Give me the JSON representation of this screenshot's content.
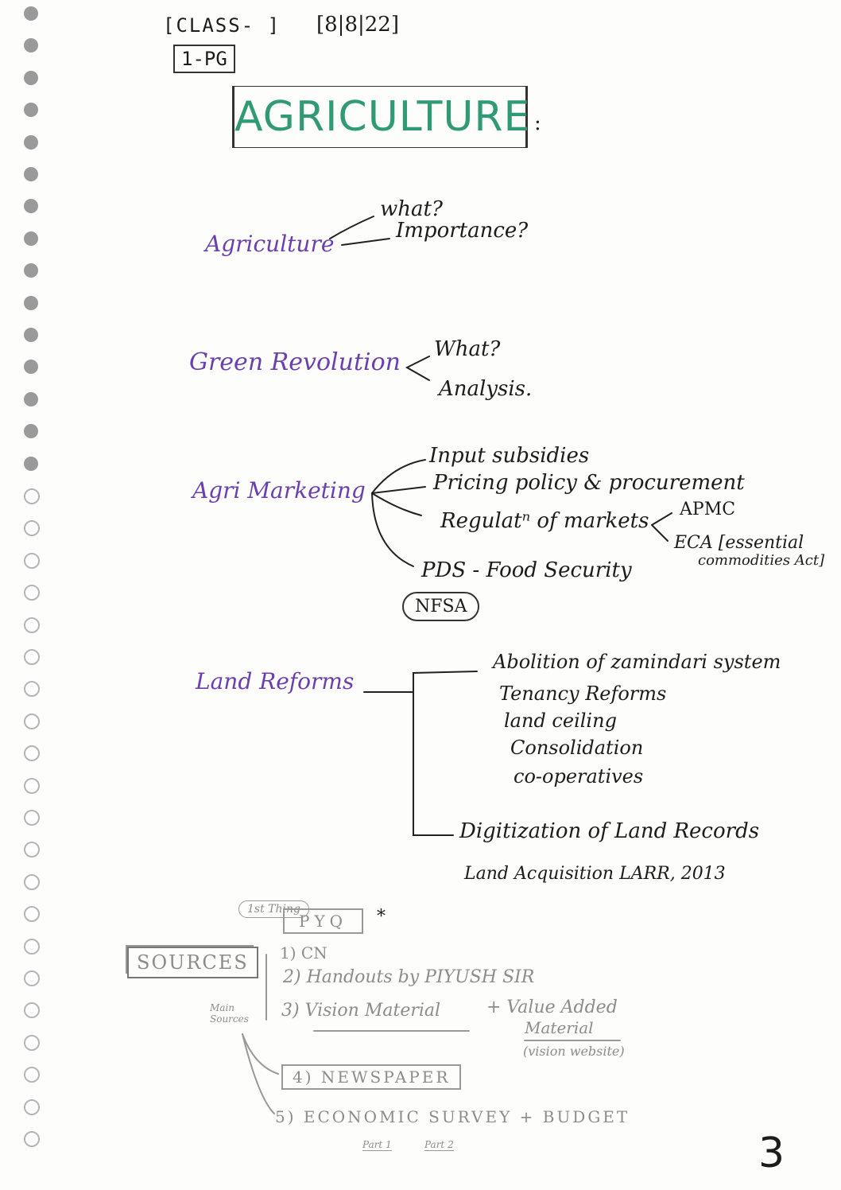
{
  "header": {
    "class_label": "[CLASS- ]",
    "class_value": "1-PG",
    "date": "[8|8|22]"
  },
  "title": {
    "text": "AGRICULTURE",
    "suffix": ":"
  },
  "topics": {
    "agriculture": {
      "label": "Agriculture",
      "items": [
        "what?",
        "Importance?"
      ]
    },
    "green_revolution": {
      "label": "Green Revolution",
      "items": [
        "What?",
        "Analysis."
      ]
    },
    "agri_marketing": {
      "label": "Agri Marketing",
      "items": [
        "Input subsidies",
        "Pricing policy & procurement",
        "Regulatⁿ of markets",
        "PDS - Food Security"
      ],
      "regulation_items": [
        "APMC",
        "ECA [essential",
        "commodities Act]"
      ],
      "pds_note": "NFSA"
    },
    "land_reforms": {
      "label": "Land Reforms",
      "items": [
        "Abolition of zamindari system",
        "Tenancy Reforms",
        "land ceiling",
        "Consolidation",
        "co-operatives",
        "Digitization of Land Records"
      ],
      "extra": "Land Acquisition LARR, 2013"
    }
  },
  "sources": {
    "first_thing": "1st Thing",
    "pyq": "PYQ",
    "star": "*",
    "label": "SOURCES",
    "main_note": "Main Sources",
    "items": [
      "1) CN",
      "2) Handouts by PIYUSH SIR",
      "3) Vision Material",
      "+ Value Added",
      "Material",
      "(vision website)",
      "4) NEWSPAPER",
      "5) ECONOMIC SURVEY + BUDGET"
    ],
    "parts": [
      "Part 1",
      "Part 2"
    ]
  },
  "page_number": "3"
}
